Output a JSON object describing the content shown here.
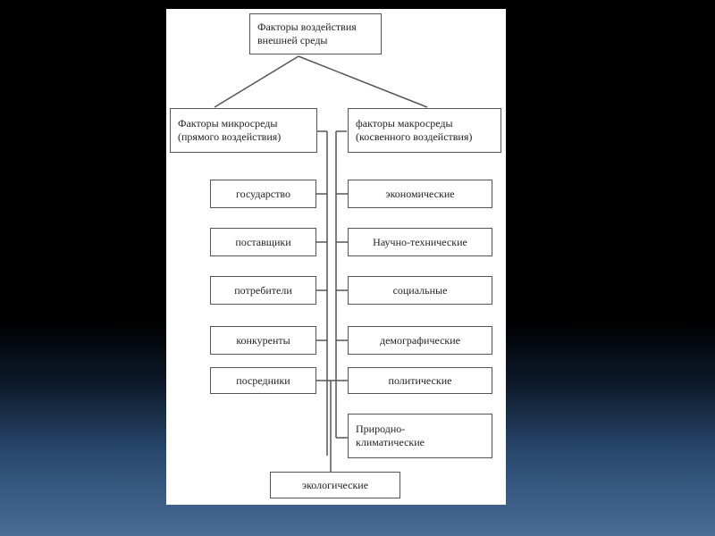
{
  "diagram": {
    "root": {
      "line1": "Факторы воздействия",
      "line2": "внешней среды"
    },
    "micro": {
      "line1": "Факторы микросреды",
      "line2": "(прямого воздействия)"
    },
    "macro": {
      "line1": "факторы макросреды",
      "line2": "(косвенного воздействия)"
    },
    "micro_items": [
      "государство",
      "поставщики",
      "потребители",
      "конкуренты",
      "посредники"
    ],
    "macro_items": [
      "экономические",
      "Научно-технические",
      "социальные",
      "демографические",
      "политические"
    ],
    "macro_nature": {
      "line1": "Природно-",
      "line2": "климатические"
    },
    "bottom": "экологические"
  },
  "colors": {
    "background_top": "#000000",
    "background_bottom": "#4a6d96",
    "page": "#ffffff",
    "border": "#555555",
    "text": "#222222"
  }
}
